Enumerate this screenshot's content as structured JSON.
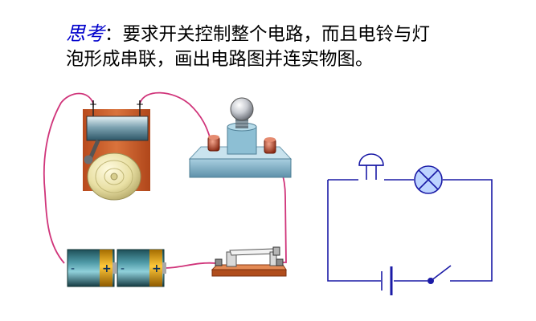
{
  "question": {
    "keyword": "思考",
    "colon": "：",
    "text_line1": "要求开关控制整个电路，而且电铃与灯",
    "text_line2": "泡形成串联，画出电路图并连实物图。"
  },
  "labels": {
    "plus": "+",
    "minus": "-"
  },
  "colors": {
    "keyword": "#0000cc",
    "wire": "#d0347a",
    "schematic": "#1a1aa6"
  },
  "icons": [
    "electric-bell",
    "bulb-holder",
    "battery",
    "knife-switch",
    "schematic-bell-symbol",
    "schematic-lamp-symbol",
    "schematic-battery-symbol",
    "schematic-switch-symbol"
  ]
}
